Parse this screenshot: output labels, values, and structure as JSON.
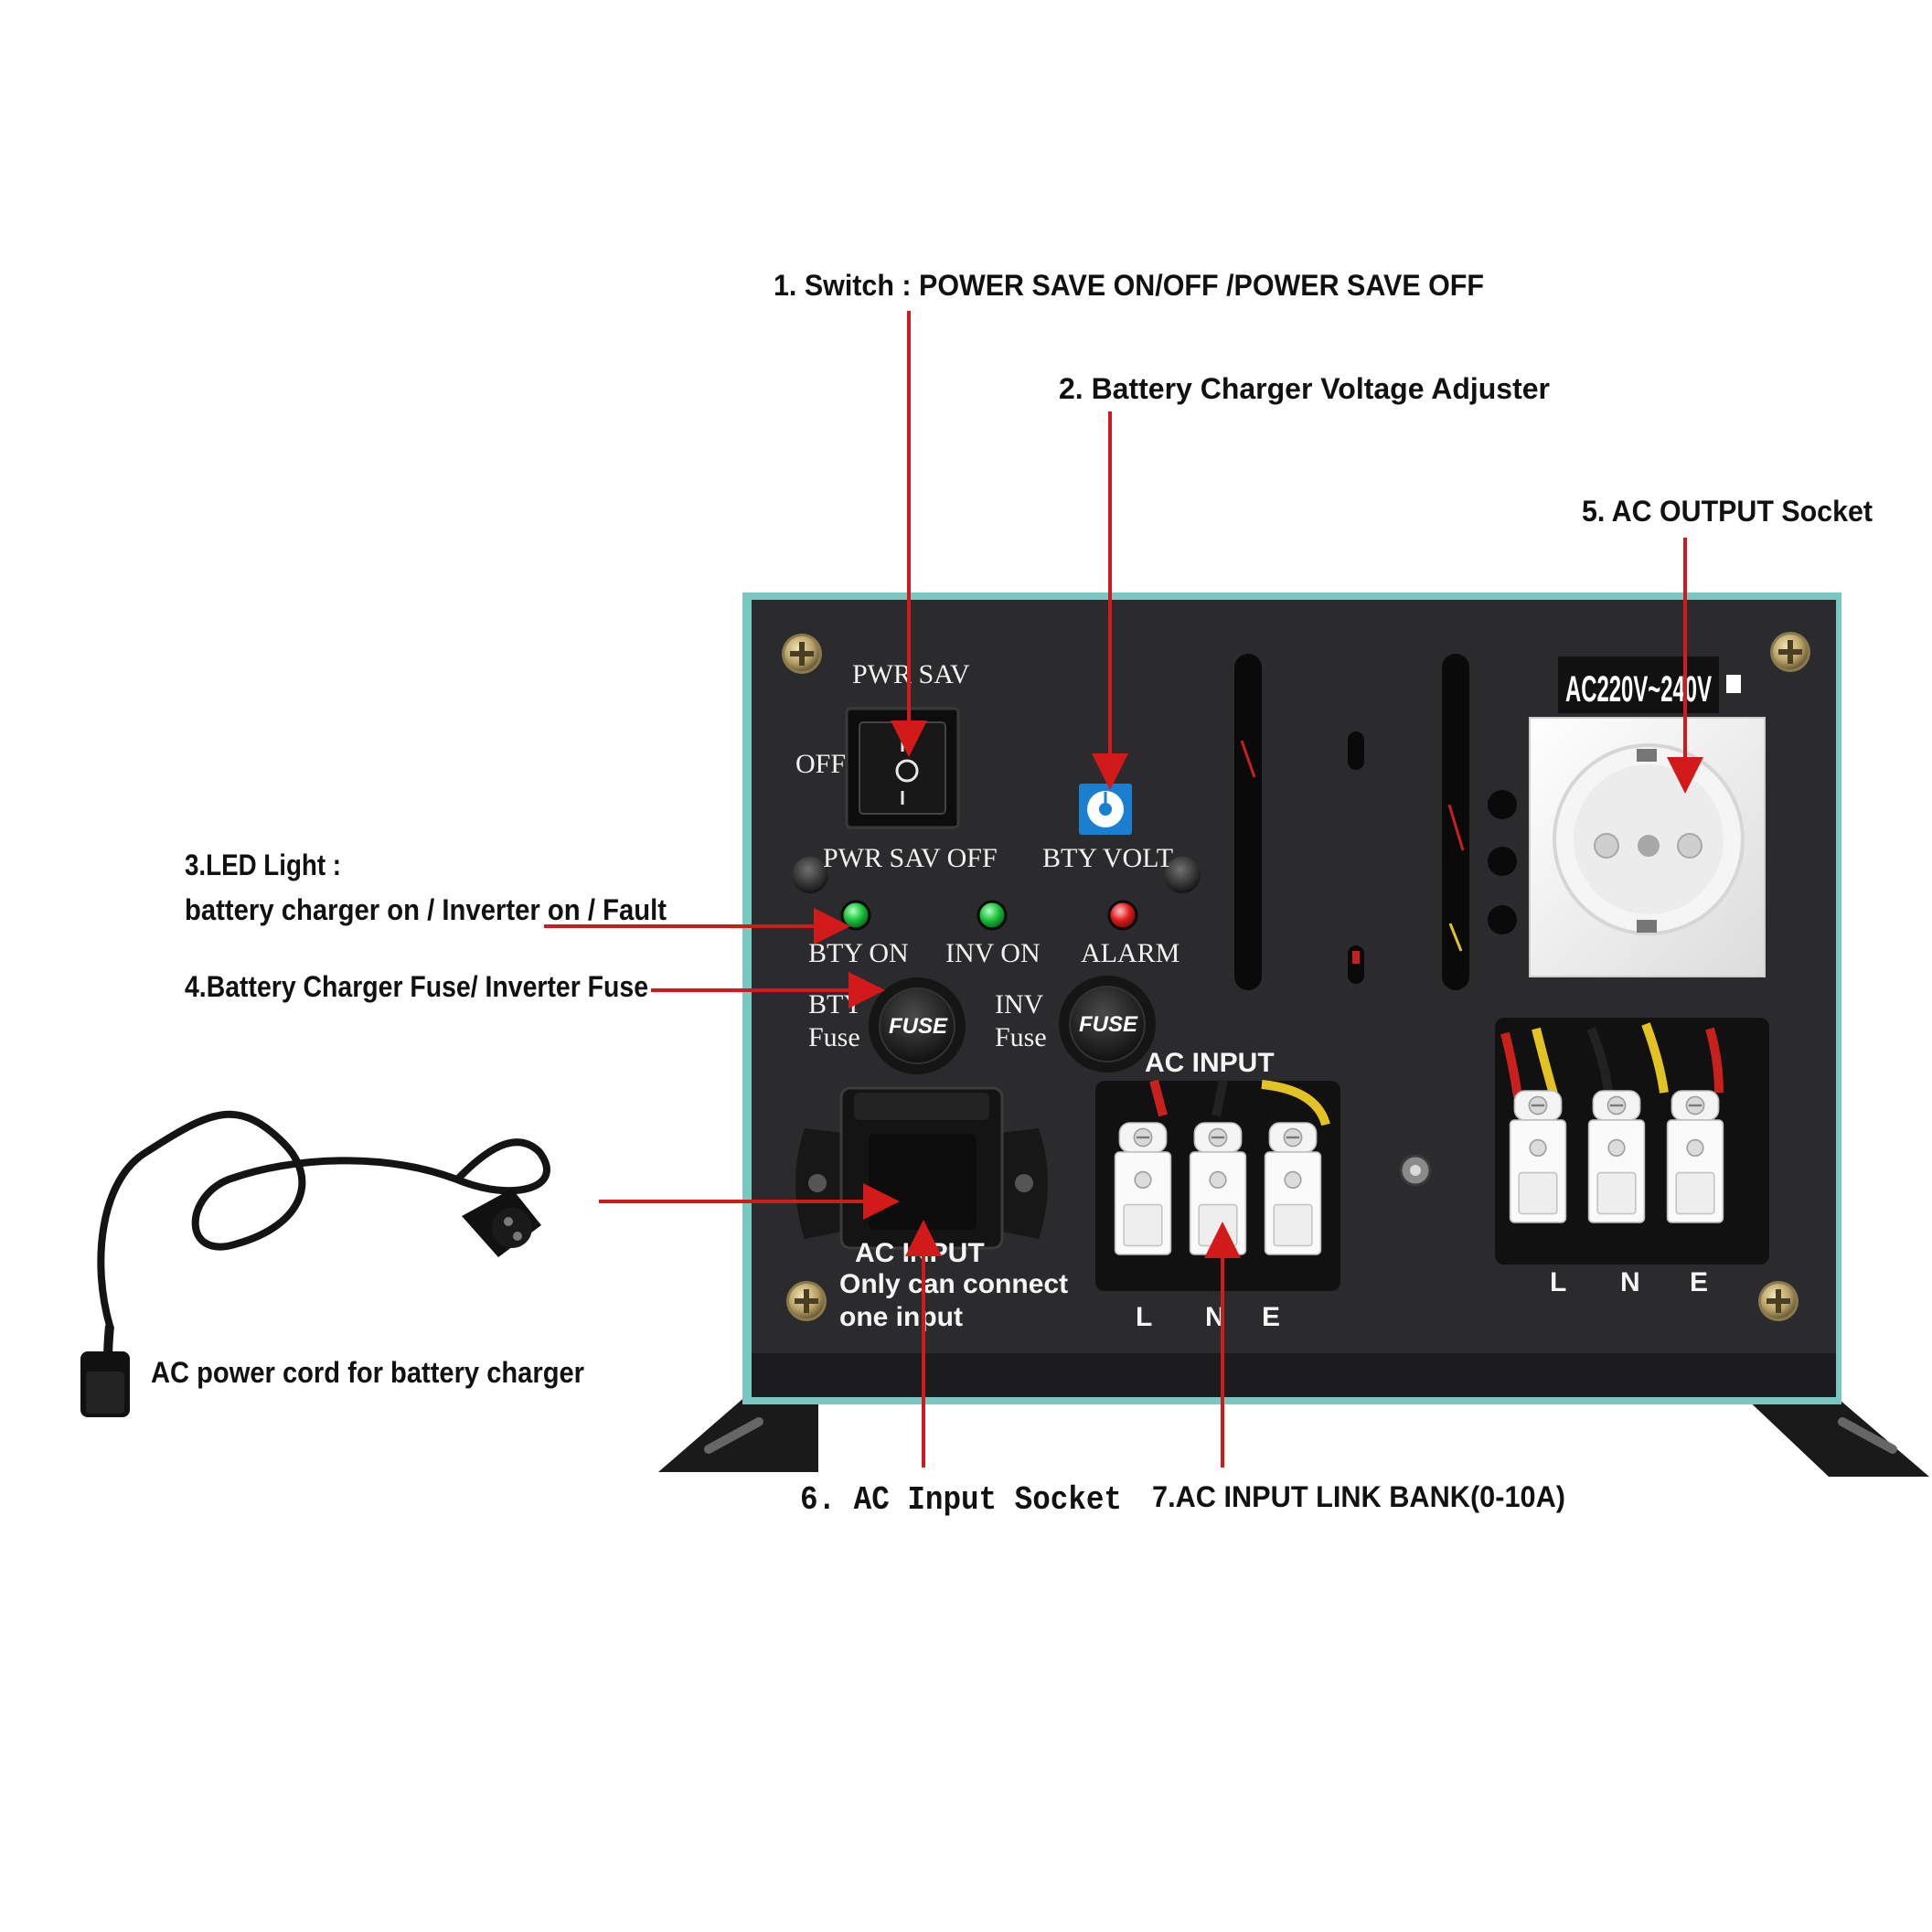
{
  "callouts": {
    "switch": "1. Switch : POWER SAVE ON/OFF /POWER SAVE OFF",
    "voltage_adjuster": "2. Battery Charger Voltage Adjuster",
    "led_title": "3.LED Light :",
    "led_desc": "battery charger on / Inverter on / Fault",
    "fuse": "4.Battery Charger Fuse/ Inverter Fuse",
    "ac_output": "5. AC OUTPUT Socket",
    "ac_input_socket": "6. AC  Input  Socket",
    "link_bank": "7.AC INPUT LINK BANK(0-10A)",
    "power_cord": "AC power cord for  battery charger"
  },
  "panel": {
    "pwr_sav": "PWR SAV",
    "off": "OFF",
    "pwr_sav_off": "PWR SAV OFF",
    "bty_volt": "BTY VOLT",
    "bty_on": "BTY ON",
    "inv_on": "INV ON",
    "alarm": "ALARM",
    "bty": "BTY",
    "inv": "INV",
    "fuse_word": "Fuse",
    "fuse_cap": "FUSE",
    "ac_input_top": "AC INPUT",
    "ac_input_label": "AC INPUT",
    "only_can_connect": "Only can connect",
    "one_input": "one input",
    "voltage_badge": "AC220V~240V",
    "terminal_l": "L",
    "terminal_n": "N",
    "terminal_e": "E"
  },
  "colors": {
    "panel": "#2b2a2c",
    "panel_edge": "#79c7c0",
    "arrow": "#d21a1a",
    "led_green": "#18c23a",
    "led_red": "#e01b1b",
    "wire_red": "#c8201c",
    "wire_yellow": "#e3c323"
  },
  "icons": {
    "switch": "rocker-switch-icon",
    "adjuster": "dip-dial-icon",
    "led": "led-indicator-icon",
    "fuse": "fuse-holder-icon",
    "socket_in": "iec-inlet-icon",
    "socket_out": "schuko-socket-icon",
    "terminal": "terminal-block-icon",
    "cord": "power-cord-icon",
    "screw": "screw-icon"
  }
}
